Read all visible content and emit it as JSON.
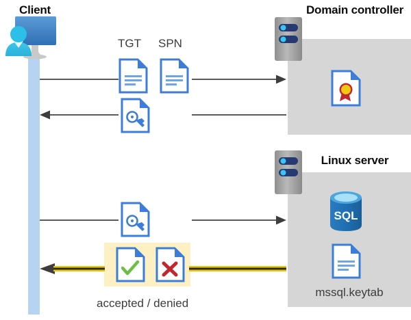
{
  "diagram": {
    "title_client": "Client",
    "title_domain_controller": "Domain controller",
    "title_linux_server": "Linux server",
    "labels": {
      "tgt": "TGT",
      "spn": "SPN",
      "accepted_denied": "accepted / denied",
      "keytab": "mssql.keytab",
      "sql": "SQL"
    },
    "flows": [
      {
        "name": "client-to-dc-request",
        "direction": "right",
        "from": "Client",
        "to": "Domain controller",
        "carries": [
          "TGT",
          "SPN"
        ],
        "style": "thin-gray"
      },
      {
        "name": "dc-to-client-ticket",
        "direction": "left",
        "from": "Domain controller",
        "to": "Client",
        "carries": [
          "key-document"
        ],
        "style": "thin-gray"
      },
      {
        "name": "client-to-linux-request",
        "direction": "right",
        "from": "Client",
        "to": "Linux server",
        "carries": [
          "key-document"
        ],
        "style": "thin-gray"
      },
      {
        "name": "linux-to-client-result",
        "direction": "left",
        "from": "Linux server",
        "to": "Client",
        "carries": [
          "accepted-document",
          "denied-document"
        ],
        "style": "thick-yellow"
      }
    ],
    "icons": {
      "client": "user-monitor-icon",
      "server_rack": "server-rack-icon",
      "certificate": "certificate-document-icon",
      "key_document": "key-document-icon",
      "text_document": "text-document-icon",
      "accepted": "check-document-icon",
      "denied": "cross-document-icon",
      "database": "sql-database-icon"
    },
    "colors": {
      "panel_gray": "#d6d6d6",
      "client_bar_blue": "#b6d4f2",
      "highlight_yellow": "#fdf0c2",
      "arrow_gray": "#595959",
      "arrow_yellow": "#f5c400",
      "doc_blue": "#3b7dd8",
      "sql_blue": "#1f6fb2",
      "check_green": "#6cbe45",
      "cross_red": "#c0282d",
      "seal_gold": "#f2c811",
      "ribbon_red": "#c0282d",
      "title_black": "#0d0d0d",
      "label_gray": "#3c3c3c"
    }
  }
}
